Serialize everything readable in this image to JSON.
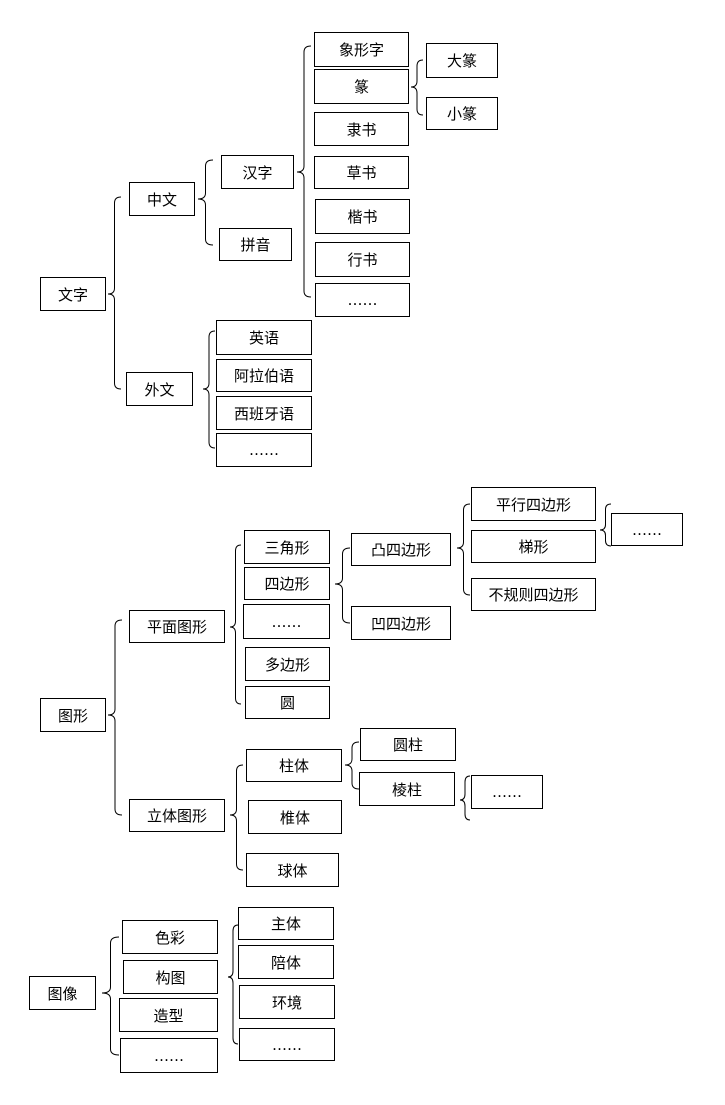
{
  "trees": [
    {
      "root": "文字",
      "children": [
        {
          "label": "中文",
          "children": [
            {
              "label": "汉字",
              "children": [
                "象形字",
                "篆",
                "隶书",
                "草书",
                "楷书",
                "行书",
                "……"
              ]
            },
            {
              "label": "拼音"
            }
          ]
        },
        {
          "label": "外文",
          "children": [
            "英语",
            "阿拉伯语",
            "西班牙语",
            "……"
          ]
        }
      ],
      "篆_children": [
        "大篆",
        "小篆"
      ]
    },
    {
      "root": "图形",
      "children": [
        {
          "label": "平面图形",
          "children": [
            "三角形",
            "四边形",
            "……",
            "多边形",
            "圆"
          ],
          "四边形_children": [
            "凸四边形",
            "凹四边形"
          ],
          "凸四边形_children": [
            "平行四边形",
            "梯形",
            "不规则四边形"
          ],
          "平行四边形_children": [
            "……"
          ]
        },
        {
          "label": "立体图形",
          "children": [
            "柱体",
            "椎体",
            "球体"
          ],
          "柱体_children": [
            "圆柱",
            "棱柱"
          ],
          "棱柱_children": [
            "……"
          ]
        }
      ]
    },
    {
      "root": "图像",
      "children": [
        "色彩",
        "构图",
        "造型",
        "……"
      ],
      "构图_children": [
        "主体",
        "陪体",
        "环境",
        "……"
      ]
    }
  ]
}
